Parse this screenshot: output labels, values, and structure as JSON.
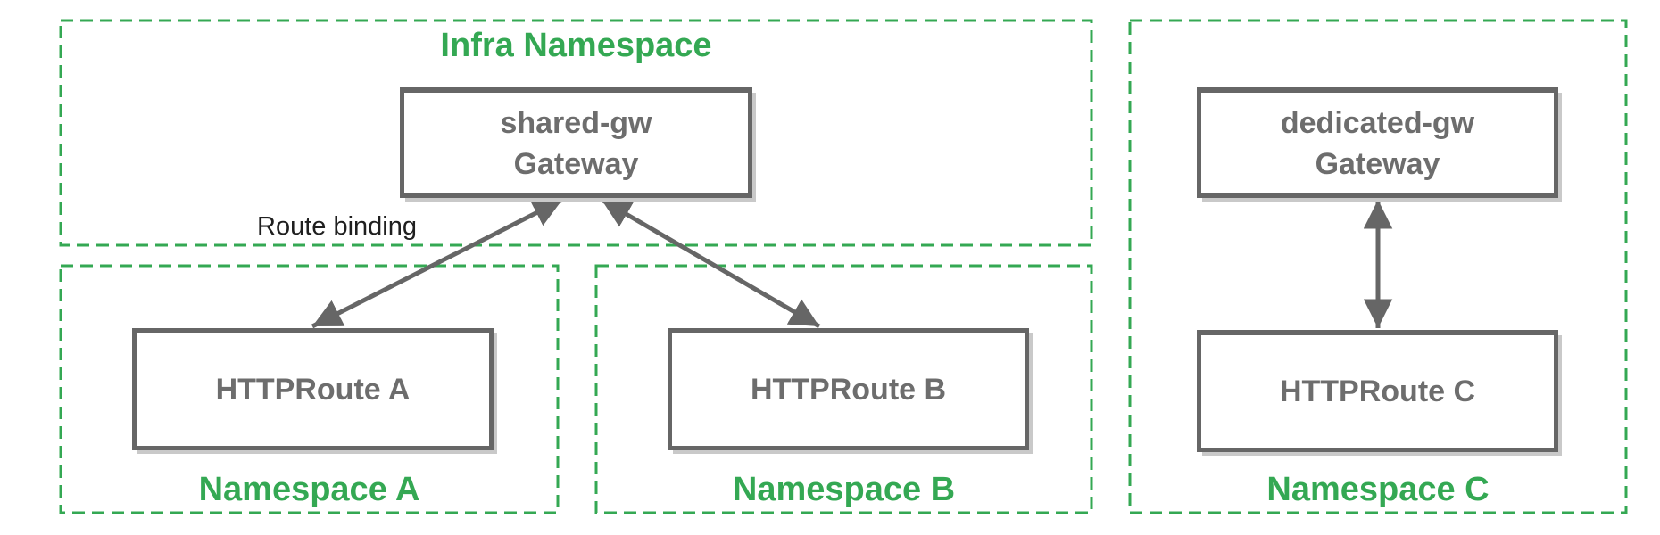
{
  "infra": {
    "label": "Infra Namespace",
    "gateway": {
      "name": "shared-gw",
      "kind": "Gateway"
    }
  },
  "route_binding_label": "Route binding",
  "namespace_a": {
    "label": "Namespace A",
    "route": "HTTPRoute A"
  },
  "namespace_b": {
    "label": "Namespace B",
    "route": "HTTPRoute B"
  },
  "namespace_c": {
    "label": "Namespace C",
    "gateway": {
      "name": "dedicated-gw",
      "kind": "Gateway"
    },
    "route": "HTTPRoute C"
  },
  "colors": {
    "namespace_green": "#34A853",
    "node_gray": "#666666",
    "node_text_gray": "#6d6d6d",
    "label_black": "#1f1f1f"
  }
}
